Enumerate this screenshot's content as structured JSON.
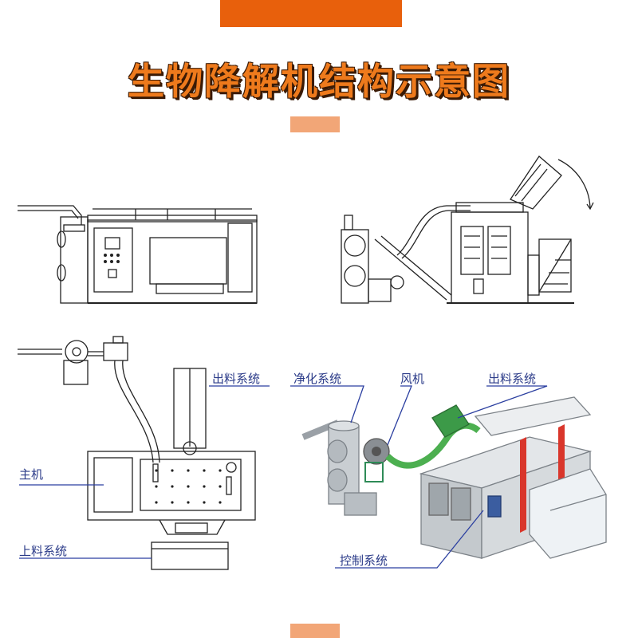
{
  "title": "生物降解机结构示意图",
  "labels": {
    "discharge_system_left": "出料系统",
    "main_unit": "主机",
    "feeding_system": "上料系统",
    "purification_system": "净化系统",
    "fan": "风机",
    "discharge_system_right": "出料系统",
    "control_system": "控制系统"
  },
  "colors": {
    "accent_bar": "#e8600c",
    "light_bar": "#f2a677",
    "title_fill": "#ee7a1c",
    "title_outline": "#3a1a05",
    "label_text": "#2a3a88",
    "leader_line": "#2b3fa0",
    "machine_red": "#d9362b",
    "pipe_green": "#4caf50"
  }
}
